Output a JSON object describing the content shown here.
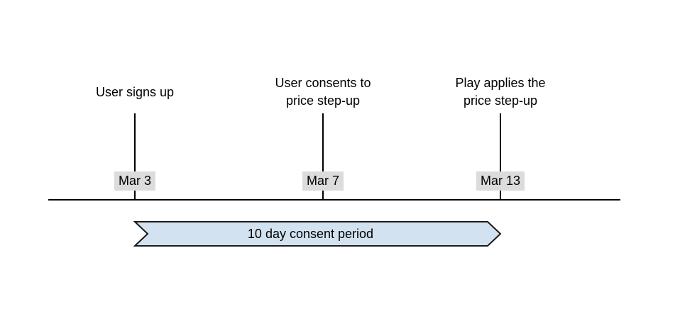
{
  "timeline": {
    "events": [
      {
        "label": "User signs up",
        "date": "Mar 3"
      },
      {
        "label": "User consents to\nprice step-up",
        "date": "Mar 7"
      },
      {
        "label": "Play applies the\nprice step-up",
        "date": "Mar 13"
      }
    ]
  },
  "consent_period": {
    "label": "10 day consent period",
    "fill_color": "#d3e2f0",
    "border_color": "#1a1a1a"
  },
  "colors": {
    "background": "#ffffff",
    "axis_line": "#000000",
    "text": "#000000",
    "date_badge_background": "#dcdcdc"
  }
}
